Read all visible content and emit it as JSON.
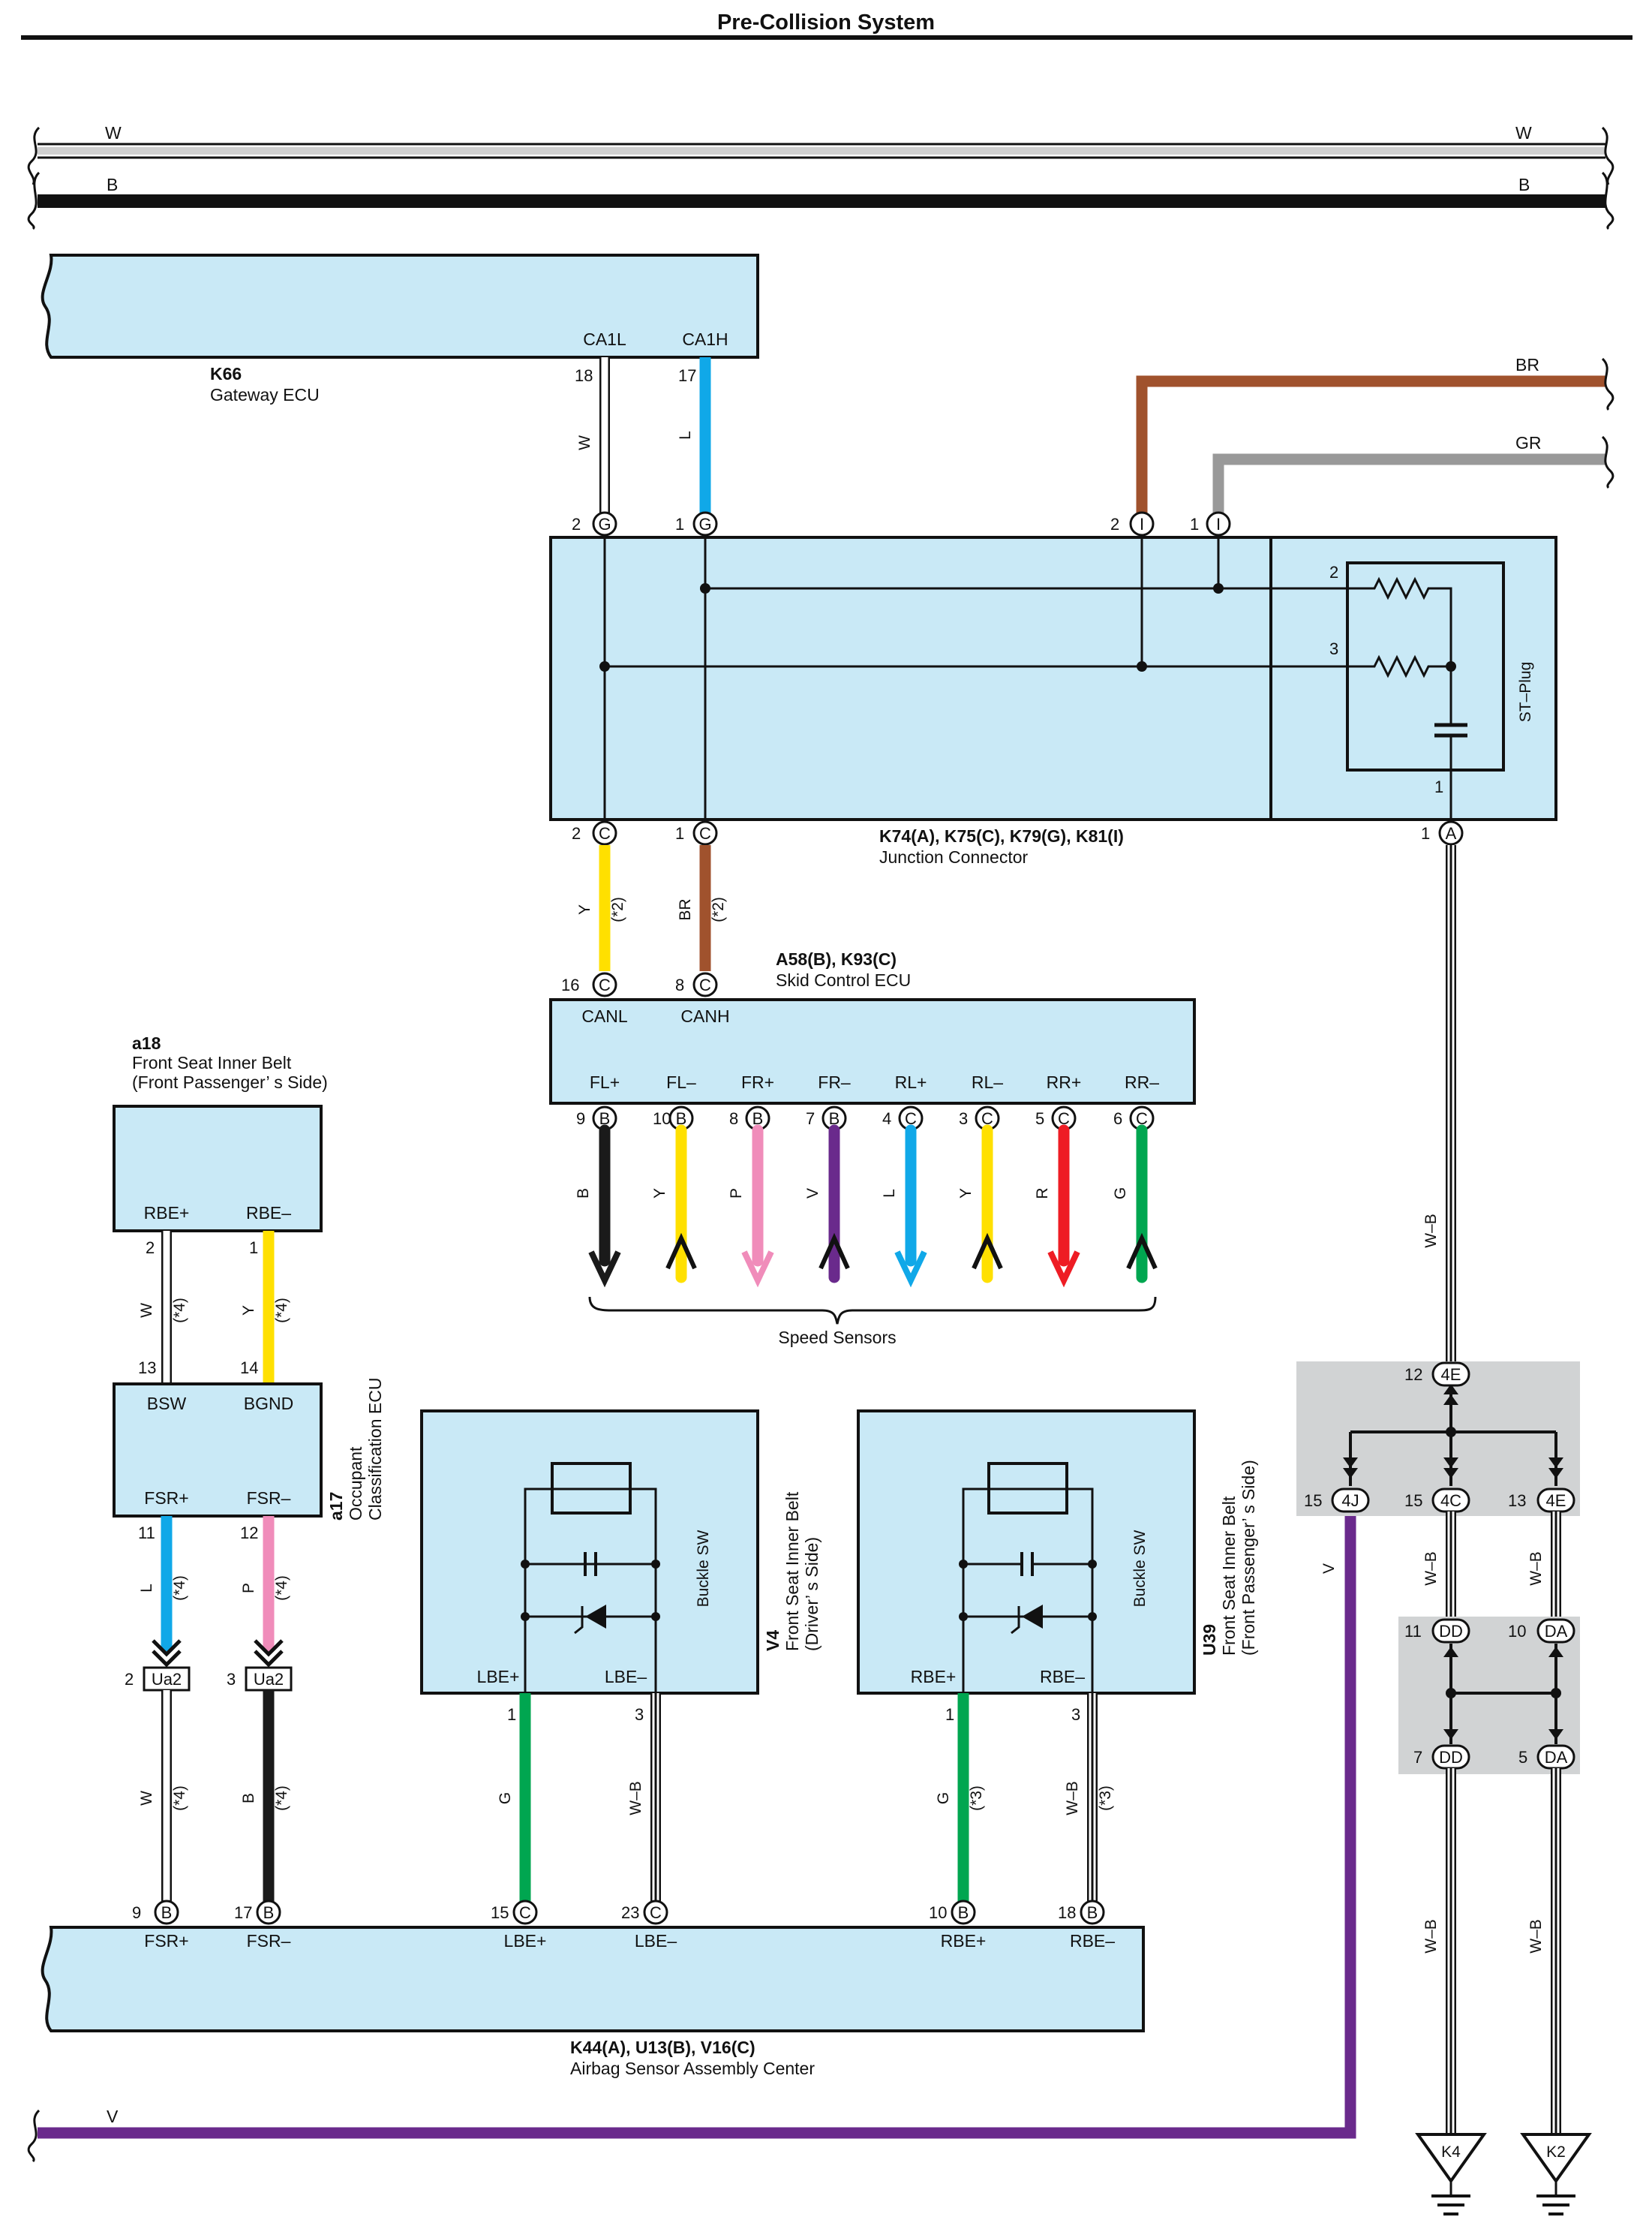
{
  "title": "Pre-Collision System",
  "buses": {
    "top": "W",
    "bottom": "B",
    "bottom_left": "V"
  },
  "components": {
    "gateway": {
      "id": "K66",
      "name": "Gateway ECU",
      "pins": [
        "CA1L",
        "CA1H"
      ],
      "pin_numbers": [
        "18",
        "17"
      ]
    },
    "junction": {
      "id": "K74(A), K75(C), K79(G), K81(I)",
      "name": "Junction Connector",
      "st_plug": "ST–Plug"
    },
    "skid": {
      "id": "A58(B), K93(C)",
      "name": "Skid Control ECU",
      "top_pins": [
        "CANL",
        "CANH"
      ],
      "top_pin_numbers": [
        "16",
        "8"
      ],
      "connectors": [
        "C",
        "C"
      ]
    },
    "a18": {
      "id": "a18",
      "name_line1": "Front Seat Inner Belt",
      "name_line2": "(Front Passenger’ s Side)",
      "pins": [
        "RBE+",
        "RBE–"
      ],
      "pin_numbers": [
        "2",
        "1"
      ]
    },
    "a17": {
      "id": "a17",
      "name_line1": "Occupant",
      "name_line2": "Classification ECU",
      "top_pins": [
        "BSW",
        "BGND"
      ],
      "top_numbers": [
        "13",
        "14"
      ],
      "bottom_pins": [
        "FSR+",
        "FSR–"
      ],
      "bottom_numbers": [
        "11",
        "12"
      ]
    },
    "v4": {
      "id": "V4",
      "name_line1": "Front Seat Inner Belt",
      "name_line2": "(Driver’ s Side)",
      "switch": "Buckle SW",
      "pins": [
        "LBE+",
        "LBE–"
      ],
      "pin_numbers": [
        "1",
        "3"
      ]
    },
    "u39": {
      "id": "U39",
      "name_line1": "Front Seat Inner Belt",
      "name_line2": "(Front Passenger’ s Side)",
      "switch": "Buckle SW",
      "pins": [
        "RBE+",
        "RBE–"
      ],
      "pin_numbers": [
        "1",
        "3"
      ]
    },
    "airbag": {
      "id": "K44(A), U13(B), V16(C)",
      "name": "Airbag Sensor Assembly Center",
      "pins": [
        "FSR+",
        "FSR–",
        "LBE+",
        "LBE–",
        "RBE+",
        "RBE–"
      ],
      "pin_numbers": [
        "9",
        "17",
        "15",
        "23",
        "10",
        "18"
      ],
      "connectors": [
        "B",
        "B",
        "C",
        "C",
        "B",
        "B"
      ]
    }
  },
  "speed_sensors": {
    "label": "Speed Sensors",
    "items": [
      {
        "pin": "FL+",
        "num": "9",
        "conn": "B",
        "wire": "B",
        "color": "#1a1a1a",
        "dir": "down"
      },
      {
        "pin": "FL–",
        "num": "10",
        "conn": "B",
        "wire": "Y",
        "color": "#ffe000",
        "dir": "up"
      },
      {
        "pin": "FR+",
        "num": "8",
        "conn": "B",
        "wire": "P",
        "color": "#f08cba",
        "dir": "down"
      },
      {
        "pin": "FR–",
        "num": "7",
        "conn": "B",
        "wire": "V",
        "color": "#6a2a8c",
        "dir": "up"
      },
      {
        "pin": "RL+",
        "num": "4",
        "conn": "C",
        "wire": "L",
        "color": "#10a8e8",
        "dir": "down"
      },
      {
        "pin": "RL–",
        "num": "3",
        "conn": "C",
        "wire": "Y",
        "color": "#ffe000",
        "dir": "up"
      },
      {
        "pin": "RR+",
        "num": "5",
        "conn": "C",
        "wire": "R",
        "color": "#ee1c24",
        "dir": "down"
      },
      {
        "pin": "RR–",
        "num": "6",
        "conn": "C",
        "wire": "G",
        "color": "#00a650",
        "dir": "up"
      }
    ]
  },
  "wires": {
    "w_gateway_l": "W",
    "w_gateway_h": "L",
    "w_br": "BR",
    "w_gr": "GR",
    "w_junction_y": "Y",
    "w_junction_br": "BR",
    "note2": "(*2)",
    "note3": "(*3)",
    "note4": "(*4)",
    "w_a18_w": "W",
    "w_a18_y": "Y",
    "w_a17_l": "L",
    "w_a17_p": "P",
    "w_ua_w": "W",
    "w_ua_b": "B",
    "w_g": "G",
    "w_wb": "W–B",
    "w_v": "V"
  },
  "connectors": {
    "ua2": "Ua2",
    "ua2_left_num": "2",
    "ua2_right_num": "3",
    "j4E_top": "4E",
    "j4E_top_num": "12",
    "j4J": "4J",
    "j4J_num": "15",
    "j4C": "4C",
    "j4C_num": "15",
    "j4E": "4E",
    "j4E_num": "13",
    "jDD_top": "DD",
    "jDD_top_num": "11",
    "jDA_top": "DA",
    "jDA_top_num": "10",
    "jDD_bot": "DD",
    "jDD_bot_num": "7",
    "jDA_bot": "DA",
    "jDA_bot_num": "5"
  },
  "grounds": [
    "K4",
    "K2"
  ],
  "junction_pins": {
    "g2": "2",
    "g1": "1",
    "g_conn": "G",
    "i2": "2",
    "i1": "1",
    "i_conn": "I",
    "c2": "2",
    "c1": "1",
    "c_conn": "C",
    "a1": "1",
    "a_conn": "A",
    "st2": "2",
    "st3": "3",
    "st1": "1"
  }
}
